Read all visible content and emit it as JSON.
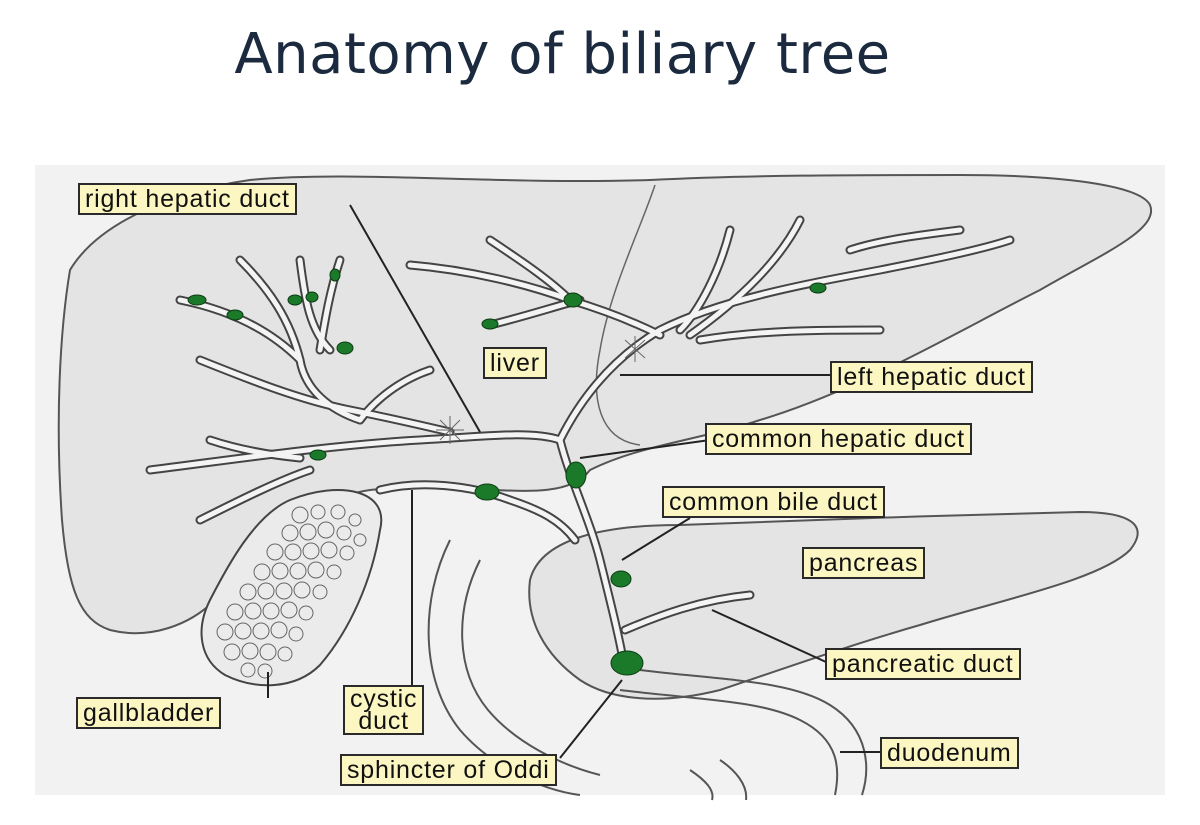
{
  "title": "Anatomy of biliary tree",
  "labels": {
    "right_hepatic_duct": "right hepatic duct",
    "liver": "liver",
    "left_hepatic_duct": "left hepatic duct",
    "common_hepatic_duct": "common hepatic duct",
    "common_bile_duct": "common bile duct",
    "pancreas": "pancreas",
    "pancreatic_duct": "pancreatic duct",
    "gallbladder": "gallbladder",
    "cystic_duct_line1": "cystic",
    "cystic_duct_line2": "duct",
    "sphincter_of_oddi": "sphincter of Oddi",
    "duodenum": "duodenum"
  },
  "colors": {
    "label_fill": "#fbf6c2",
    "node_green": "#1a7a2a",
    "tissue_fill": "#e8e8e8",
    "title_color": "#1b2a3e"
  }
}
